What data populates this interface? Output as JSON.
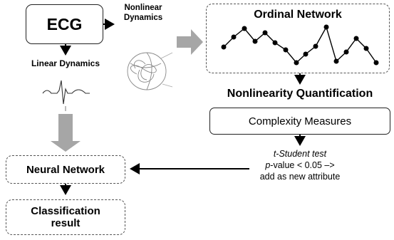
{
  "diagram": {
    "ecg_label": "ECG",
    "nonlinear_dynamics": "Nonlinear\nDynamics",
    "linear_dynamics": "Linear Dynamics",
    "ordinal_network": "Ordinal Network",
    "nonlinearity_quantification": "Nonlinearity Quantification",
    "complexity_measures": "Complexity Measures",
    "test_line1": "t-Student test",
    "test_line2_p": "p",
    "test_line2_rest": "-value < 0.05 –>",
    "test_line3": "add as  new attribute",
    "neural_network": "Neural Network",
    "classification_result": "Classification\nresult"
  },
  "colors": {
    "box_border": "#222222",
    "dashed_border": "#555555",
    "big_arrow": "#a6a6a6",
    "arrow": "#000000",
    "network_node": "#000000"
  }
}
